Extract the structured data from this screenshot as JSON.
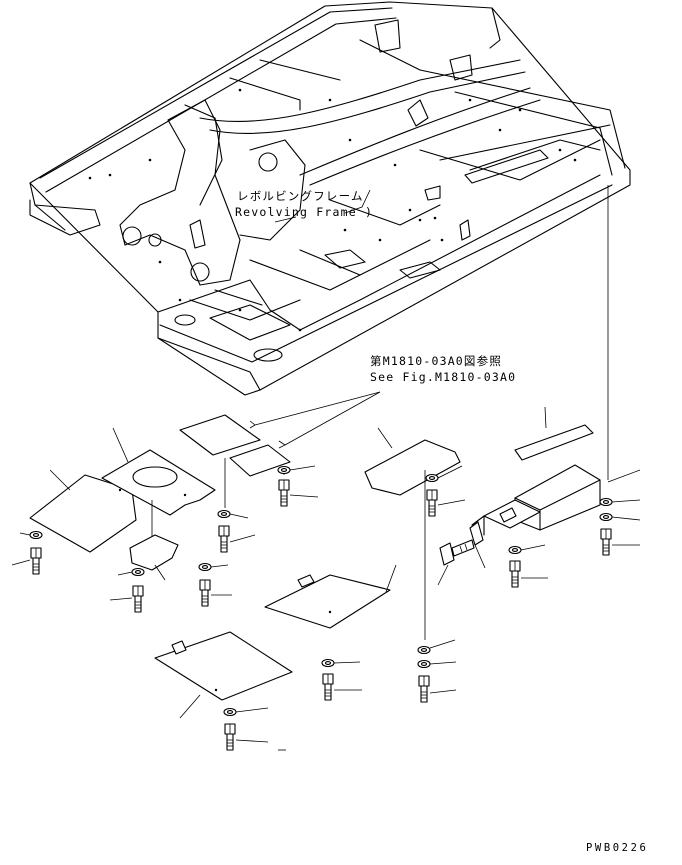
{
  "callouts": {
    "revolving_frame_jp": "レボルビングフレーム",
    "revolving_frame_en": "Revolving Frame",
    "see_fig_jp": "第M1810-03A0図参照",
    "see_fig_en": "See Fig.M1810-03A0"
  },
  "drawing_number": "PWB0226",
  "parts": [
    "revolving-frame",
    "cover-plate",
    "bolt",
    "washer",
    "box-cover"
  ]
}
